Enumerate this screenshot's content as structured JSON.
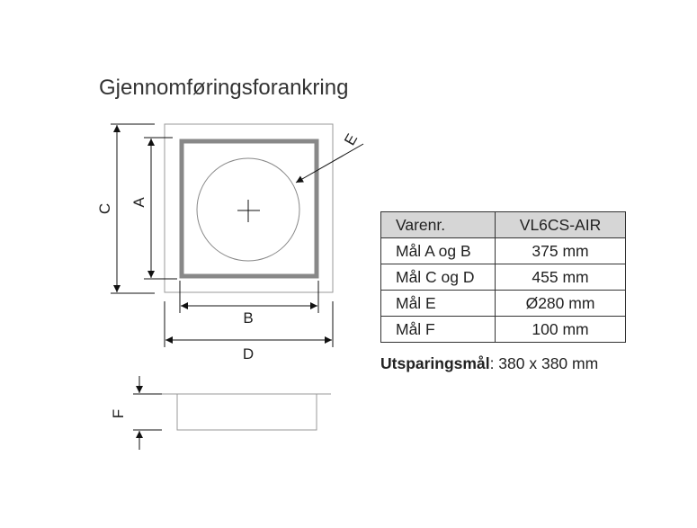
{
  "title": "Gjennomføringsforankring",
  "labels": {
    "A": "A",
    "B": "B",
    "C": "C",
    "D": "D",
    "E": "E",
    "F": "F"
  },
  "table": {
    "rows": [
      {
        "label": "Varenr.",
        "value": "VL6CS-AIR"
      },
      {
        "label": "Mål A og B",
        "value": "375 mm"
      },
      {
        "label": "Mål C og D",
        "value": "455 mm"
      },
      {
        "label": "Mål E",
        "value": "Ø280 mm"
      },
      {
        "label": "Mål F",
        "value": "100 mm"
      }
    ]
  },
  "note": {
    "label": "Utsparingsmål",
    "value": ": 380 x 380 mm"
  }
}
